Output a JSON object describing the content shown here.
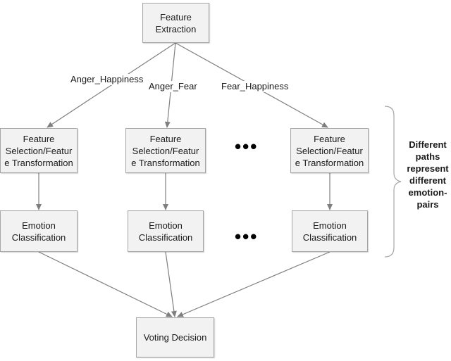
{
  "nodes": {
    "feature_extraction": "Feature\nExtraction",
    "selection_1": "Feature\nSelection/Featur\ne Transformation",
    "selection_2": "Feature\nSelection/Featur\ne Transformation",
    "selection_3": "Feature\nSelection/Featur\ne Transformation",
    "classification_1": "Emotion\nClassification",
    "classification_2": "Emotion\nClassification",
    "classification_3": "Emotion\nClassification",
    "voting": "Voting Decision"
  },
  "edge_labels": {
    "anger_happiness": "Anger_Happiness",
    "anger_fear": "Anger_Fear",
    "fear_happiness": "Fear_Happiness"
  },
  "ellipsis": "•••",
  "side_note": "Different\npaths\nrepresent\ndifferent\nemotion-\npairs",
  "colors": {
    "box_fill": "#f2f2f2",
    "box_border": "#a6a6a6",
    "arrow": "#7f7f7f"
  }
}
